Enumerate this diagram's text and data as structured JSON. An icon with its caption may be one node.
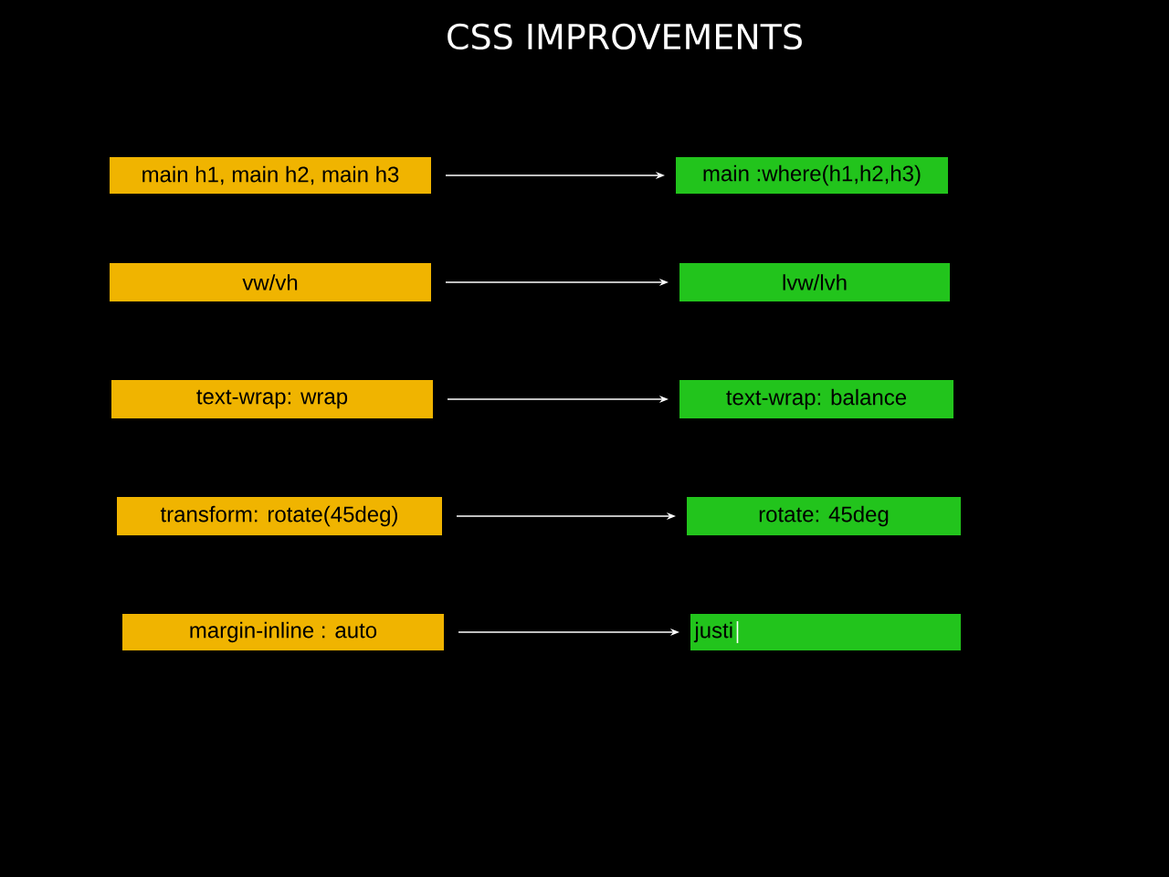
{
  "diagram": {
    "title": "CSS IMPROVEMENTS",
    "nodes": [
      {
        "text": [
          "main h1, main h2, main h3"
        ]
      },
      {
        "text": [
          "main :where(h1,h2,h3)"
        ]
      },
      {
        "text": [
          "vw/vh"
        ]
      },
      {
        "text": [
          "lvw/lvh"
        ]
      },
      {
        "text": [
          "text-wrap: wrap"
        ]
      },
      {
        "text": [
          "text-wrap: balance"
        ]
      },
      {
        "text": [
          "transform: rotate(45deg)"
        ]
      },
      {
        "text": [
          "rotate: 45deg"
        ]
      },
      {
        "text": [
          "margin-inline : auto"
        ]
      },
      {
        "text": [
          "justi"
        ]
      }
    ],
    "edges": [
      {
        "from": 0,
        "to": 1,
        "arrow": "to"
      },
      {
        "from": 2,
        "to": 3,
        "arrow": "to"
      },
      {
        "from": 4,
        "to": 5,
        "arrow": "to"
      },
      {
        "from": 6,
        "to": 7,
        "arrow": "to"
      },
      {
        "from": 8,
        "to": 9,
        "arrow": "to"
      }
    ]
  }
}
